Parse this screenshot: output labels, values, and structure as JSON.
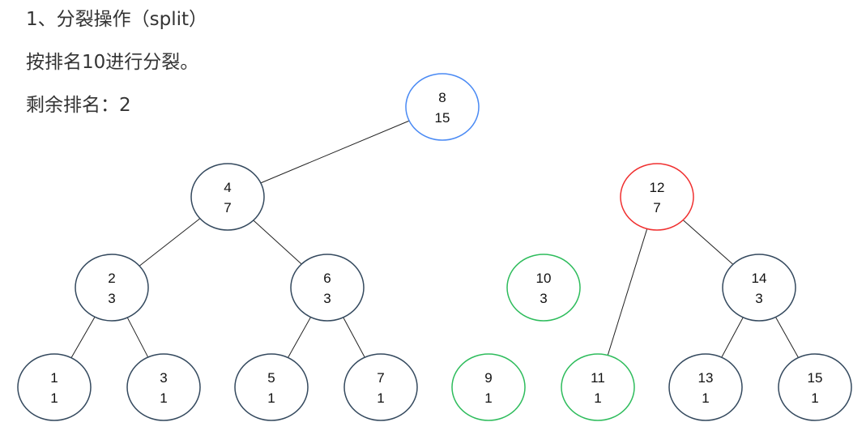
{
  "text": {
    "heading": "1、分裂操作（split）",
    "description": "按排名10进行分裂。",
    "remaining": "剩余排名：2"
  },
  "colors": {
    "default": "#34495e",
    "root": "#4a8af4",
    "split_root": "#f03030",
    "split_off": "#2ebc5c",
    "edge": "#222222"
  },
  "nodes": [
    {
      "id": "8",
      "key": "8",
      "size": "15",
      "color": "root"
    },
    {
      "id": "4",
      "key": "4",
      "size": "7",
      "color": "default"
    },
    {
      "id": "12",
      "key": "12",
      "size": "7",
      "color": "split_root"
    },
    {
      "id": "2",
      "key": "2",
      "size": "3",
      "color": "default"
    },
    {
      "id": "6",
      "key": "6",
      "size": "3",
      "color": "default"
    },
    {
      "id": "10",
      "key": "10",
      "size": "3",
      "color": "split_off"
    },
    {
      "id": "14",
      "key": "14",
      "size": "3",
      "color": "default"
    },
    {
      "id": "1",
      "key": "1",
      "size": "1",
      "color": "default"
    },
    {
      "id": "3",
      "key": "3",
      "size": "1",
      "color": "default"
    },
    {
      "id": "5",
      "key": "5",
      "size": "1",
      "color": "default"
    },
    {
      "id": "7",
      "key": "7",
      "size": "1",
      "color": "default"
    },
    {
      "id": "9",
      "key": "9",
      "size": "1",
      "color": "split_off"
    },
    {
      "id": "11",
      "key": "11",
      "size": "1",
      "color": "split_off"
    },
    {
      "id": "13",
      "key": "13",
      "size": "1",
      "color": "default"
    },
    {
      "id": "15",
      "key": "15",
      "size": "1",
      "color": "default"
    }
  ],
  "edges": [
    [
      "8",
      "4"
    ],
    [
      "4",
      "2"
    ],
    [
      "4",
      "6"
    ],
    [
      "2",
      "1"
    ],
    [
      "2",
      "3"
    ],
    [
      "6",
      "5"
    ],
    [
      "6",
      "7"
    ],
    [
      "12",
      "11"
    ],
    [
      "12",
      "14"
    ],
    [
      "14",
      "13"
    ],
    [
      "14",
      "15"
    ]
  ]
}
